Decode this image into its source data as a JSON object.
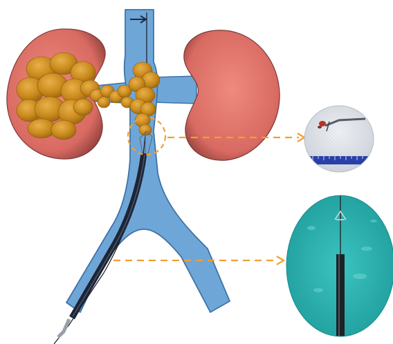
{
  "diagram": {
    "labels": [],
    "callouts": [
      {
        "from": "ivc-thrombus-tip",
        "to": "photo-extracted-thrombus"
      },
      {
        "from": "catheter-in-iliac-vein",
        "to": "photo-catheter-underwater"
      }
    ],
    "colors": {
      "kidney": "#e0756c",
      "vein": "#6fa6d8",
      "thrombus": "#c98a1c",
      "catheter": "#1d2535",
      "callout": "#f0a030",
      "photo_water": "#2fb6b4"
    },
    "icons": [
      "flow-arrow-icon"
    ]
  }
}
